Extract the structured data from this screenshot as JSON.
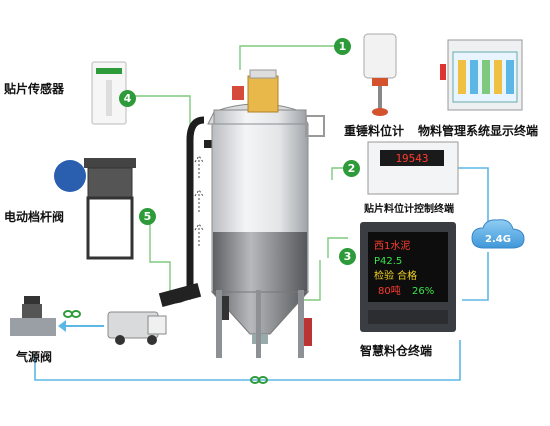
{
  "labels": {
    "patch_sensor": "贴片传感器",
    "electric_gate_valve": "电动档杆阀",
    "air_valve": "气源阀",
    "hammer_level_meter": "重锤料位计",
    "material_mgmt_terminal": "物料管理系统显示终端",
    "patch_level_controller": "贴片料位计控制终端",
    "smart_silo_terminal": "智慧料仓终端"
  },
  "markers": [
    "1",
    "2",
    "3",
    "4",
    "5"
  ],
  "wireless": "2.4G",
  "controller_display": "19543",
  "led_screen": {
    "line1": "西1水泥",
    "line2": "P42.5",
    "line3": "检验 合格",
    "line4_left": "80吨",
    "line4_right": "26%"
  },
  "colors": {
    "green": "#2e9b3a",
    "connector_line": "#7fc97f",
    "blue_line": "#5db7e6",
    "cloud": "#5aa9e0"
  }
}
